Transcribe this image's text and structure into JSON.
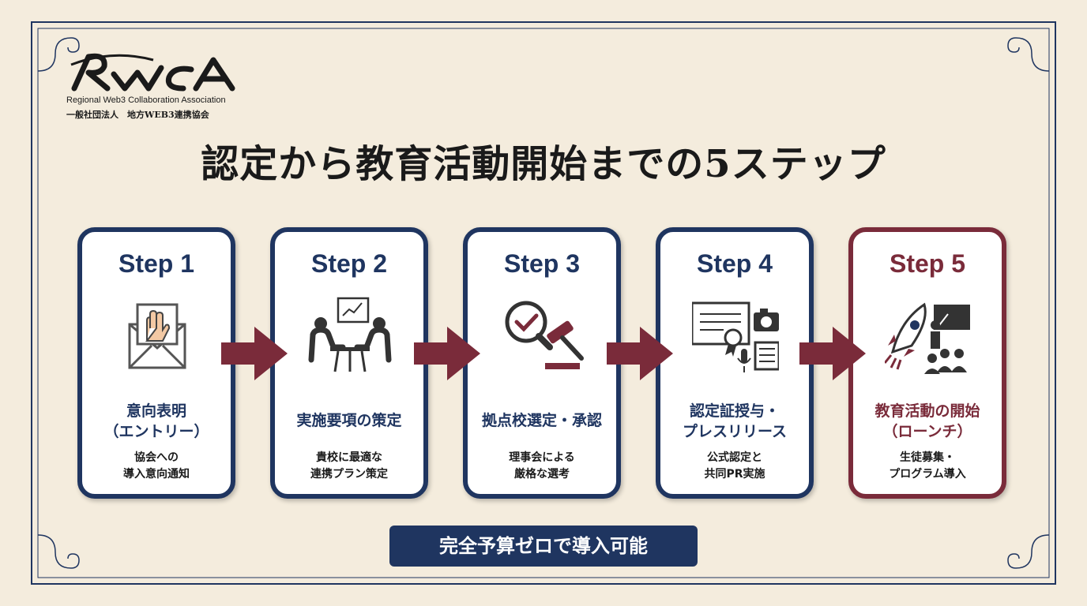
{
  "logo": {
    "mark": "RWCA",
    "english": "Regional Web3 Collaboration Association",
    "japanese": "一般社団法人　地方WEB3連携協会"
  },
  "title": "認定から教育活動開始までの5ステップ",
  "steps": [
    {
      "label": "Step 1",
      "icon": "envelope-hand-icon",
      "name_lines": [
        "意向表明",
        "（エントリー）"
      ],
      "desc_lines": [
        "協会への",
        "導入意向通知"
      ]
    },
    {
      "label": "Step 2",
      "icon": "meeting-planning-icon",
      "name_lines": [
        "実施要項の策定"
      ],
      "desc_lines": [
        "貴校に最適な",
        "連携プラン策定"
      ]
    },
    {
      "label": "Step 3",
      "icon": "magnifier-gavel-icon",
      "name_lines": [
        "拠点校選定・承認"
      ],
      "desc_lines": [
        "理事会による",
        "厳格な選考"
      ]
    },
    {
      "label": "Step 4",
      "icon": "certificate-press-icon",
      "name_lines": [
        "認定証授与・",
        "プレスリリース"
      ],
      "desc_lines": [
        "公式認定と",
        "共同PR実施"
      ]
    },
    {
      "label": "Step 5",
      "icon": "rocket-classroom-icon",
      "name_lines": [
        "教育活動の開始",
        "（ローンチ）"
      ],
      "desc_lines": [
        "生徒募集・",
        "プログラム導入"
      ]
    }
  ],
  "banner": "完全予算ゼロで導入可能",
  "colors": {
    "navy": "#1f3560",
    "maroon": "#7a2b3a",
    "background": "#f4ecdd"
  }
}
